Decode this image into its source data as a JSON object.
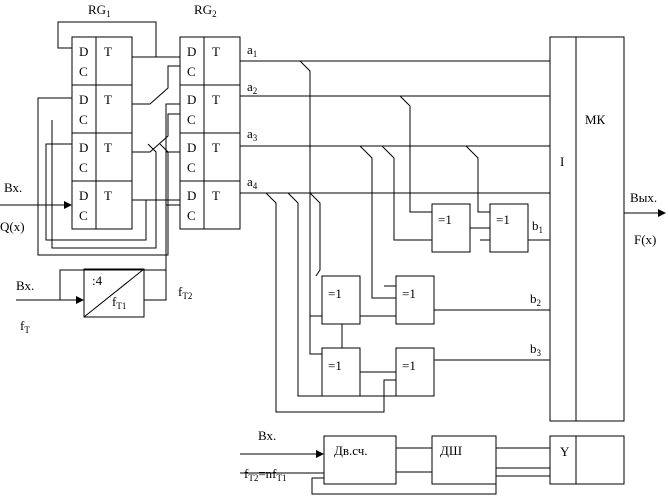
{
  "registers": {
    "rg1": {
      "name": "RG",
      "sub": "1"
    },
    "rg2": {
      "name": "RG",
      "sub": "2"
    },
    "cell_d": "D",
    "cell_c": "C",
    "cell_t": "T"
  },
  "outputs_a": [
    {
      "name": "a",
      "sub": "1"
    },
    {
      "name": "a",
      "sub": "2"
    },
    {
      "name": "a",
      "sub": "3"
    },
    {
      "name": "a",
      "sub": "4"
    }
  ],
  "outputs_b": [
    {
      "name": "b",
      "sub": "1"
    },
    {
      "name": "b",
      "sub": "2"
    },
    {
      "name": "b",
      "sub": "3"
    }
  ],
  "xor_label": "=1",
  "divider": {
    "ratio": ":4",
    "out_name": "f",
    "out_sub": "T1"
  },
  "fT2_label": {
    "name": "f",
    "sub": "T2"
  },
  "mk": {
    "label": "МК",
    "port": "I",
    "out_port": "Y"
  },
  "inputs": {
    "vx": "Вх.",
    "qx": "Q(x)",
    "vx2": "Вх.",
    "ft": {
      "name": "f",
      "sub": "T"
    },
    "vx3": "Вх."
  },
  "output": {
    "vyx": "Вых.",
    "fx": "F(x)"
  },
  "counter": {
    "label": "Дв.сч."
  },
  "decoder": {
    "label": "ДШ"
  },
  "bottom_clock": {
    "prefix": "f",
    "prefix_sub": "T2",
    "mid": "=nf",
    "suffix_sub": "T1"
  }
}
